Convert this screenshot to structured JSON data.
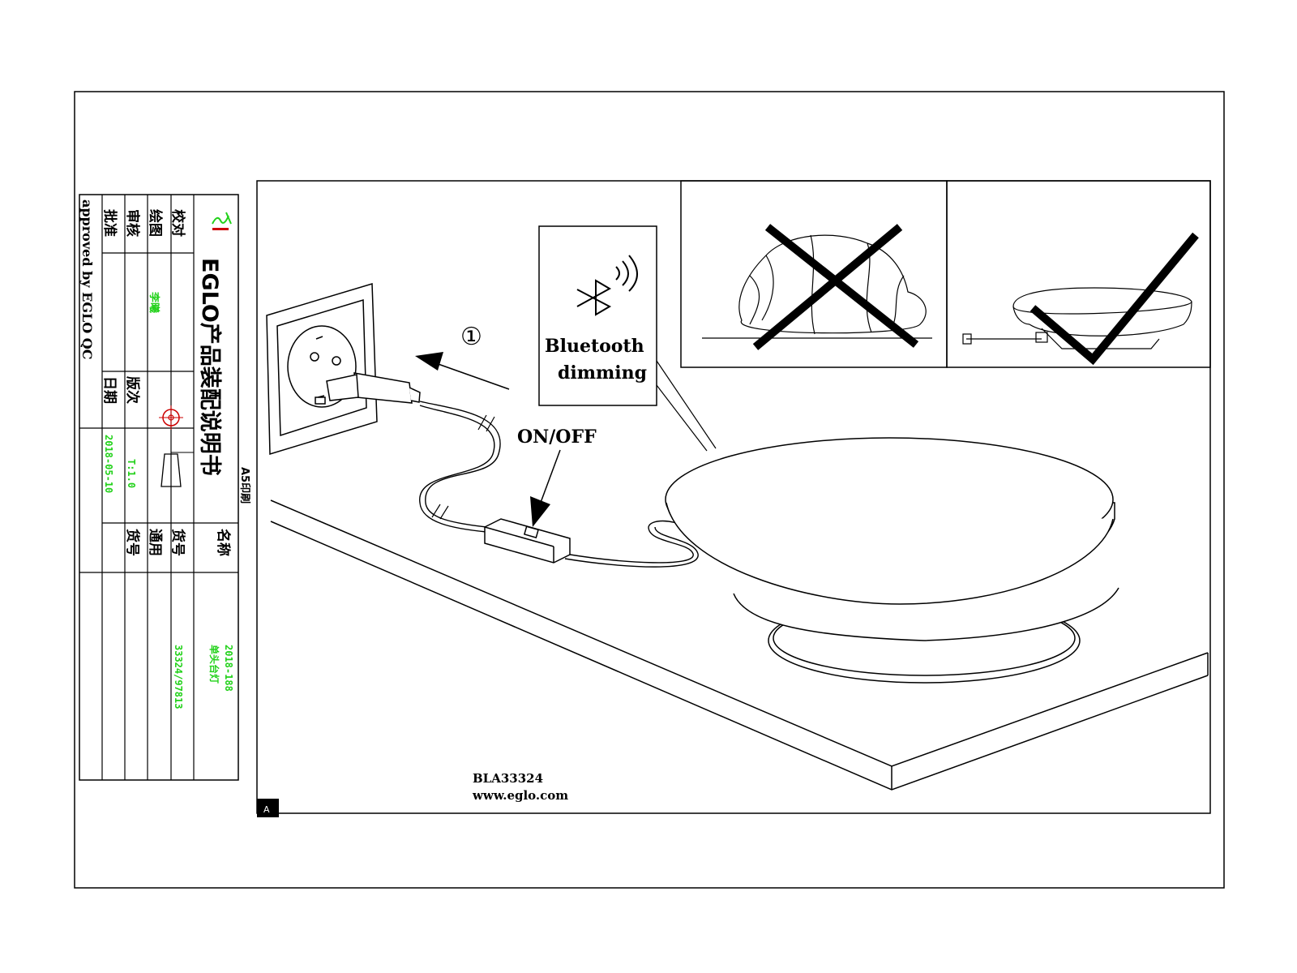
{
  "title_block": {
    "logo_text": "EGLO",
    "doc_title": "EGLO产品装配说明书",
    "rows": {
      "check": "校对",
      "drawing": "绘图",
      "review": "审核",
      "approve": "批准",
      "version": "版次",
      "date": "日期",
      "name": "名称",
      "item_no": "货号",
      "general": "通用",
      "item_no_2": "货号"
    },
    "values": {
      "drafter": "李曦",
      "version": "T:1.0",
      "date": "2018-05-10",
      "name_code": "2018-188",
      "name_desc": "单头台灯",
      "item_codes": "33324/97813"
    },
    "approved_text": "approved by EGLO QC",
    "print_note": "A5印刷"
  },
  "diagram": {
    "step_marker": "①",
    "switch_label": "ON/OFF",
    "bluetooth_label_line1": "Bluetooth",
    "bluetooth_label_line2": "dimming",
    "product_code": "BLA33324",
    "website": "www.eglo.com",
    "corner_mark": "A"
  },
  "colors": {
    "line": "#000000",
    "approval_text": "#22d11a",
    "marker_red": "#cc0000"
  }
}
